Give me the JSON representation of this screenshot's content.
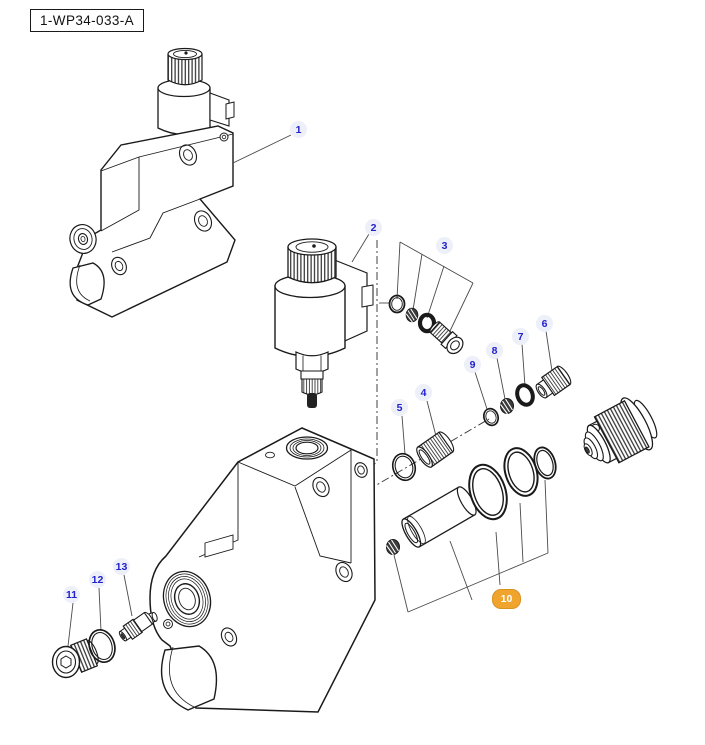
{
  "diagram": {
    "reference": "1-WP34-033-A"
  },
  "callouts": [
    {
      "label": "1",
      "highlighted": false
    },
    {
      "label": "2",
      "highlighted": false
    },
    {
      "label": "3",
      "highlighted": false
    },
    {
      "label": "4",
      "highlighted": false
    },
    {
      "label": "5",
      "highlighted": false
    },
    {
      "label": "6",
      "highlighted": false
    },
    {
      "label": "7",
      "highlighted": false
    },
    {
      "label": "8",
      "highlighted": false
    },
    {
      "label": "9",
      "highlighted": false
    },
    {
      "label": "10",
      "highlighted": true
    },
    {
      "label": "11",
      "highlighted": false
    },
    {
      "label": "12",
      "highlighted": false
    },
    {
      "label": "13",
      "highlighted": false
    }
  ],
  "colors": {
    "background": "#ffffff",
    "line_color": "#1a1a1a",
    "callout_text": "#2222cc",
    "callout_bg": "#edeff9",
    "highlight_bg": "#f0a42e",
    "highlight_text": "#ffffff"
  }
}
